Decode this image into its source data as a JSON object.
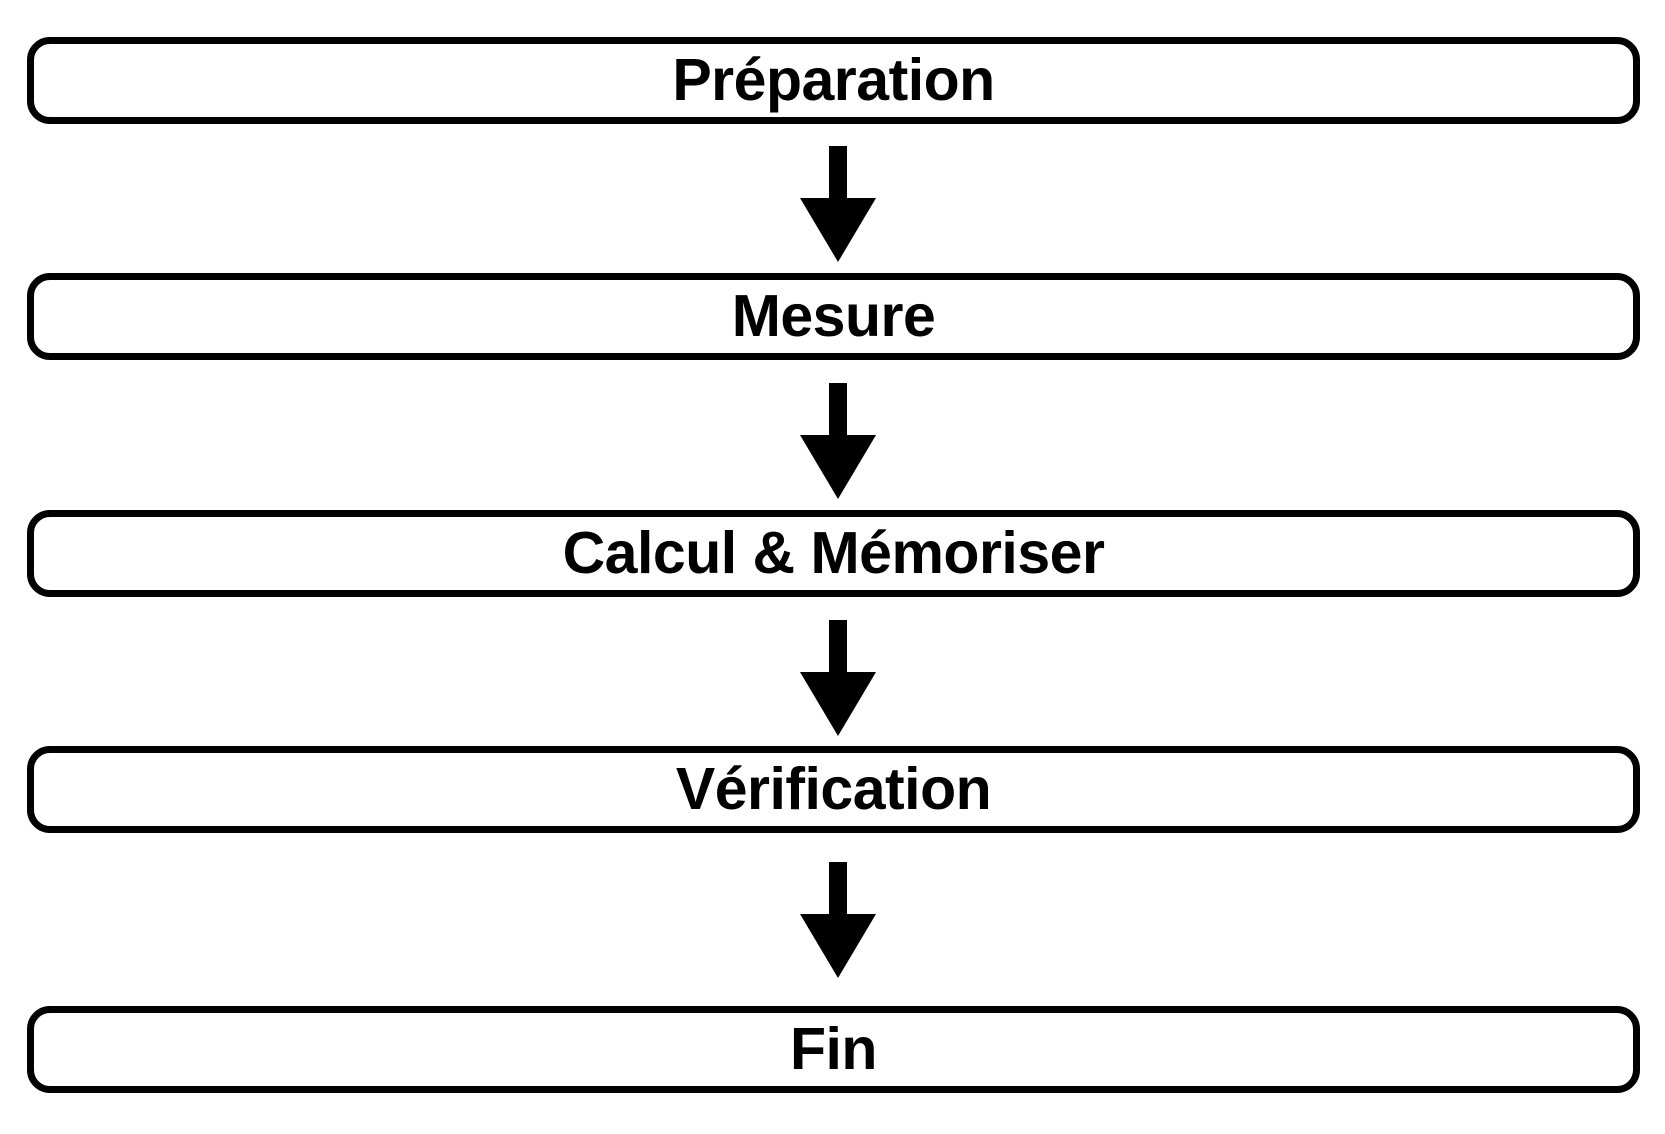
{
  "diagram": {
    "title": "Préparation / Mesure / Calcul & Mémoriser / Vérification / Fin",
    "type": "flowchart",
    "orientation": "vertical",
    "colors": {
      "background": "#ffffff",
      "stroke": "#000000",
      "text": "#000000",
      "node_fill": "#ffffff"
    },
    "nodes": [
      {
        "id": "preparation",
        "label": "Préparation",
        "shape": "rounded-rectangle"
      },
      {
        "id": "mesure",
        "label": "Mesure",
        "shape": "rounded-rectangle"
      },
      {
        "id": "calcul-memoriser",
        "label": "Calcul & Mémoriser",
        "shape": "rounded-rectangle"
      },
      {
        "id": "verification",
        "label": "Vérification",
        "shape": "rounded-rectangle"
      },
      {
        "id": "fin",
        "label": "Fin",
        "shape": "rounded-rectangle"
      }
    ],
    "connectors": [
      {
        "id": "preparation-to-mesure",
        "from": "preparation",
        "to": "mesure",
        "style": "solid-arrow-down",
        "label": ""
      },
      {
        "id": "mesure-to-calcul",
        "from": "mesure",
        "to": "calcul-memoriser",
        "style": "solid-arrow-down",
        "label": ""
      },
      {
        "id": "calcul-to-verification",
        "from": "calcul-memoriser",
        "to": "verification",
        "style": "solid-arrow-down",
        "label": ""
      },
      {
        "id": "verification-to-fin",
        "from": "verification",
        "to": "fin",
        "style": "solid-arrow-down",
        "label": ""
      }
    ]
  }
}
